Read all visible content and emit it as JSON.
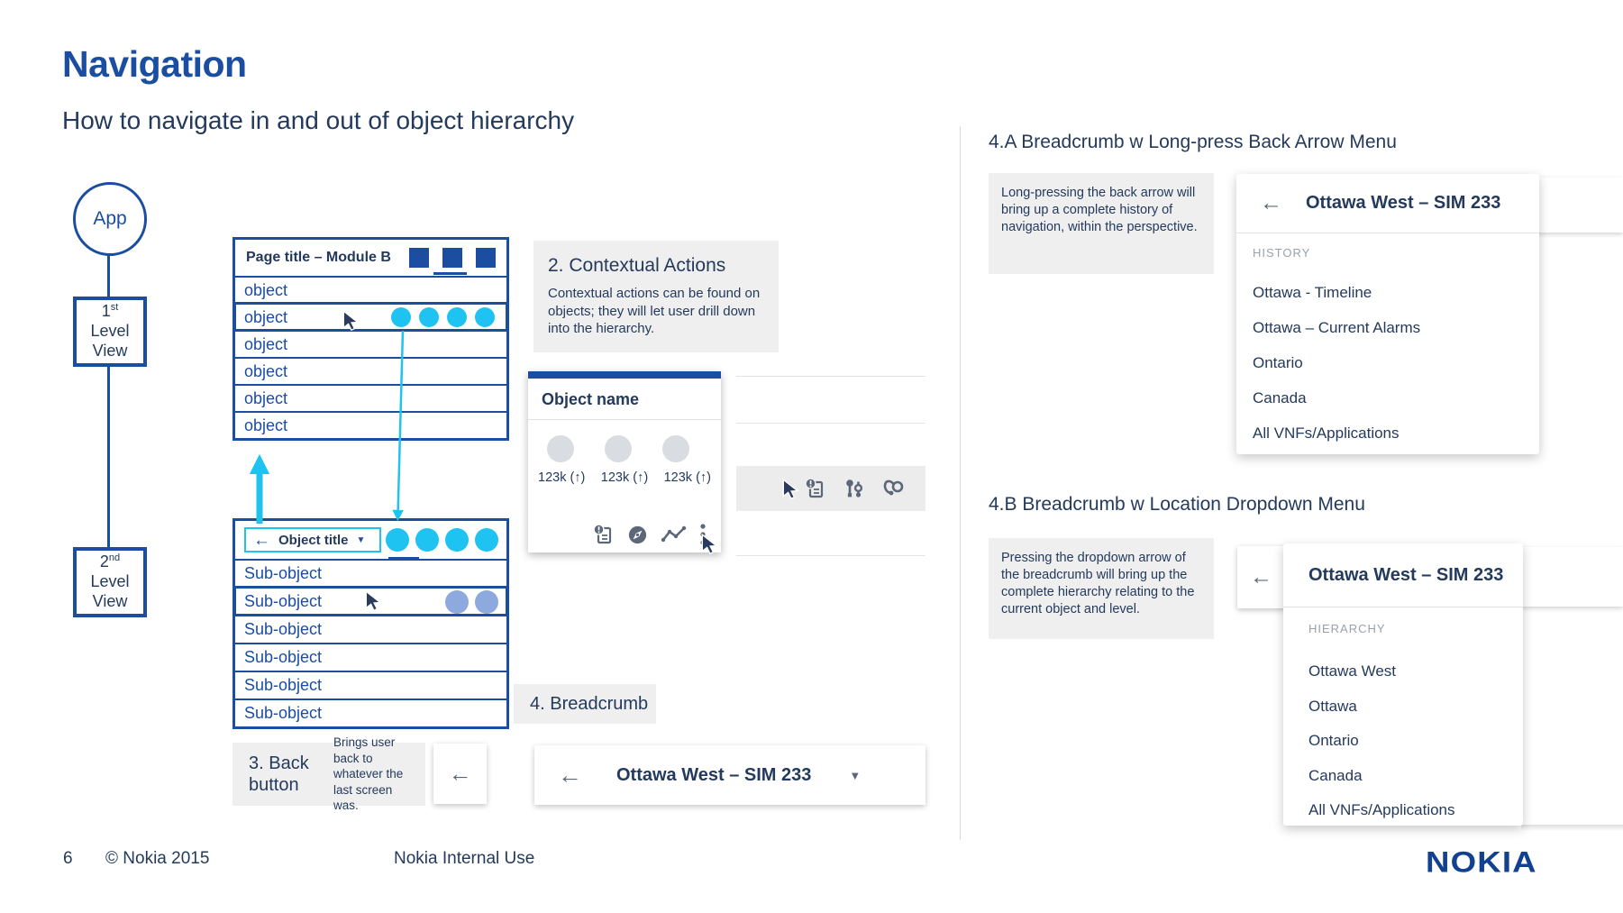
{
  "colors": {
    "accent_blue": "#1b4da0",
    "cyan": "#1fc3f2",
    "light_blue": "#8da9dd",
    "navy_text": "#243a5c",
    "panel_gray": "#efefef",
    "icon_slate": "#5c6879",
    "nokia_blue": "#124191"
  },
  "slide": {
    "title": "Navigation",
    "subtitle": "How to navigate in and out of object hierarchy"
  },
  "flow": {
    "app": "App",
    "level1": {
      "num": "1",
      "sup": "st",
      "line2": "Level",
      "line3": "View"
    },
    "level2": {
      "num": "2",
      "sup": "nd",
      "line2": "Level",
      "line3": "View"
    }
  },
  "module_table": {
    "title": "Page title – Module B",
    "rows": [
      "object",
      "object",
      "object",
      "object",
      "object",
      "object"
    ]
  },
  "sub_table": {
    "back_arrow": "←",
    "title": "Object title",
    "caret": "▼",
    "rows": [
      "Sub-object",
      "Sub-object",
      "Sub-object",
      "Sub-object",
      "Sub-object",
      "Sub-object"
    ]
  },
  "contextual": {
    "heading": "2. Contextual Actions",
    "body": "Contextual actions can be found on objects; they will let user drill down into the hierarchy."
  },
  "object_card": {
    "title": "Object name",
    "stats": [
      "123k (↑)",
      "123k (↑)",
      "123k (↑)"
    ]
  },
  "back_button": {
    "heading": "3. Back button",
    "note": "Brings user back to whatever the last screen was.",
    "arrow": "←"
  },
  "breadcrumb": {
    "label": "4. Breadcrumb",
    "arrow": "←",
    "title": "Ottawa West – SIM 233",
    "caret": "▼"
  },
  "section_4a": {
    "heading": "4.A Breadcrumb w Long-press Back Arrow Menu",
    "note": "Long-pressing the back arrow will bring up a complete history of navigation, within the perspective.",
    "menu": {
      "arrow": "←",
      "title": "Ottawa West – SIM 233",
      "label": "HISTORY",
      "items": [
        "Ottawa - Timeline",
        "Ottawa – Current Alarms",
        "Ontario",
        "Canada",
        "All VNFs/Applications"
      ]
    }
  },
  "section_4b": {
    "heading": "4.B Breadcrumb w Location Dropdown Menu",
    "note": "Pressing the dropdown arrow of the breadcrumb will bring up the complete hierarchy relating to the current object and level.",
    "menu": {
      "arrow": "←",
      "title": "Ottawa West – SIM 233",
      "label": "HIERARCHY",
      "items": [
        "Ottawa West",
        "Ottawa",
        "Ontario",
        "Canada",
        "All VNFs/Applications"
      ]
    }
  },
  "footer": {
    "page_number": "6",
    "copyright": "© Nokia 2015",
    "classification": "Nokia Internal Use",
    "brand": "NOKIA"
  }
}
